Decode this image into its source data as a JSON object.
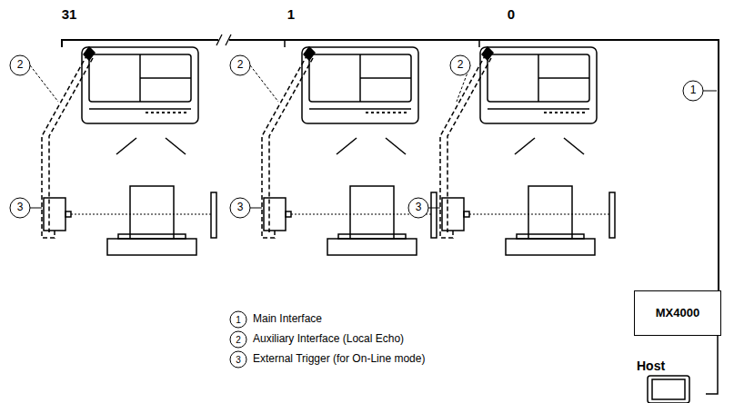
{
  "diagram": {
    "nodes": [
      {
        "text": [
          "MX4000"
        ]
      },
      {
        "text": [
          "Host"
        ]
      }
    ],
    "edges": [
      {
        "from": 0,
        "to": 1,
        "arrow": "none"
      }
    ],
    "labels": [
      "31",
      "1",
      "0",
      "2",
      "2",
      "2",
      "1",
      "3",
      "3",
      "3",
      "1",
      "Main Interface",
      "2",
      "Auxiliary Interface (Local Echo)",
      "3",
      "External Trigger (for On-Line mode)"
    ]
  }
}
